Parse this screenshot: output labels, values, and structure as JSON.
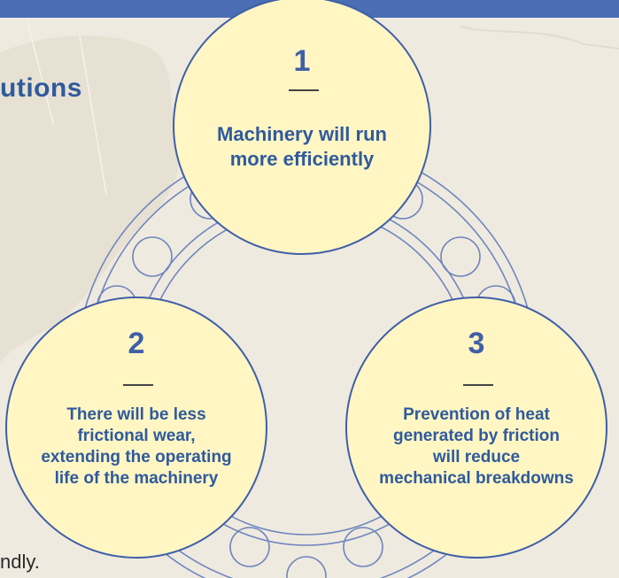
{
  "colors": {
    "accent": "#3f5fa7",
    "text_blue": "#2f5a9c",
    "circle_fill": "#fff6c4",
    "background": "#efeadf",
    "top_bar": "#4a6db4"
  },
  "heading_fragment": "utions",
  "footer_fragment": "ndly.",
  "benefits": [
    {
      "number": "1",
      "text_lines": [
        "Machinery will run",
        "more efficiently"
      ]
    },
    {
      "number": "2",
      "text_lines": [
        "There will be less",
        "frictional wear,",
        "extending the operating",
        "life of the machinery"
      ]
    },
    {
      "number": "3",
      "text_lines": [
        "Prevention of heat",
        "generated by friction",
        "will reduce",
        "mechanical breakdowns"
      ]
    }
  ]
}
